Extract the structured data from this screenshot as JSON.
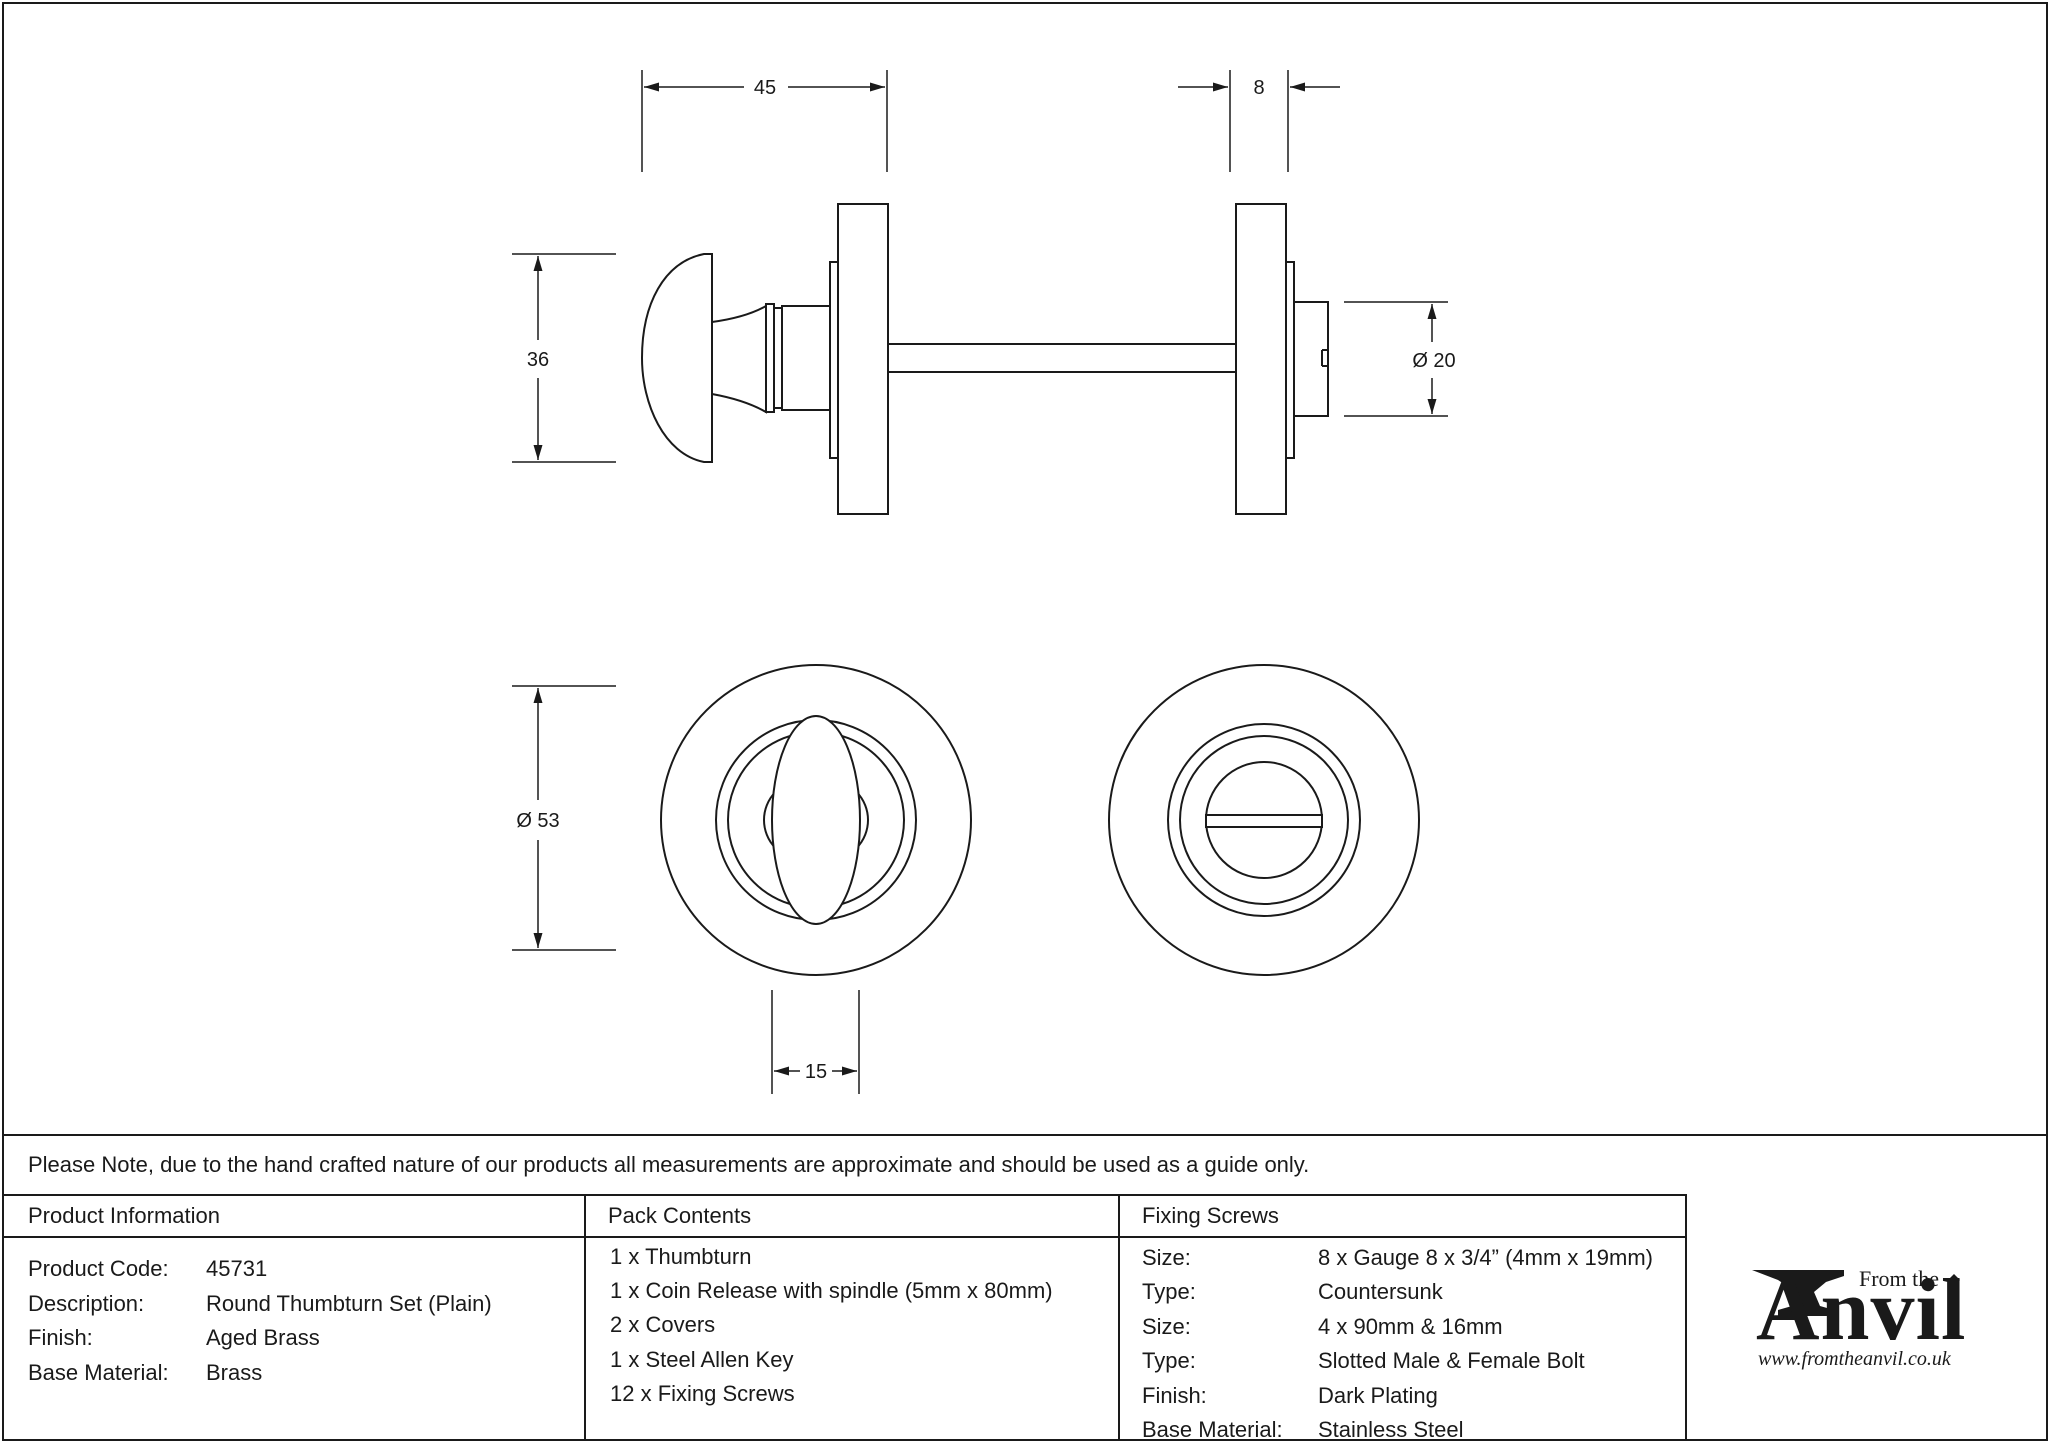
{
  "dimensions": {
    "knob_depth": "45",
    "bolt_length": "8",
    "knob_height": "36",
    "bolt_diameter": "Ø 20",
    "rose_diameter": "Ø 53",
    "turn_width": "15"
  },
  "note": "Please Note, due to the hand crafted nature of our products all measurements are approximate and should be used as a guide only.",
  "product_info": {
    "heading": "Product Information",
    "rows": [
      {
        "label": "Product Code:",
        "value": "45731"
      },
      {
        "label": "Description:",
        "value": "Round Thumbturn Set (Plain)"
      },
      {
        "label": "Finish:",
        "value": "Aged Brass"
      },
      {
        "label": "Base Material:",
        "value": "Brass"
      }
    ]
  },
  "pack_contents": {
    "heading": "Pack Contents",
    "items": [
      "1 x Thumbturn",
      "1 x Coin Release with spindle (5mm x 80mm)",
      "2 x Covers",
      "1 x Steel Allen Key",
      "12 x Fixing Screws"
    ]
  },
  "fixing_screws": {
    "heading": "Fixing Screws",
    "rows": [
      {
        "label": "Size:",
        "value": "8 x Gauge 8 x 3/4” (4mm x 19mm)"
      },
      {
        "label": "Type:",
        "value": "Countersunk"
      },
      {
        "label": "Size:",
        "value": "4 x 90mm & 16mm"
      },
      {
        "label": "Type:",
        "value": "Slotted Male & Female Bolt"
      },
      {
        "label": "Finish:",
        "value": "Dark Plating"
      },
      {
        "label": "Base Material:",
        "value": "Stainless Steel"
      }
    ]
  },
  "logo": {
    "small": "From the",
    "big": "Anvil",
    "url": "www.fromtheanvil.co.uk"
  }
}
